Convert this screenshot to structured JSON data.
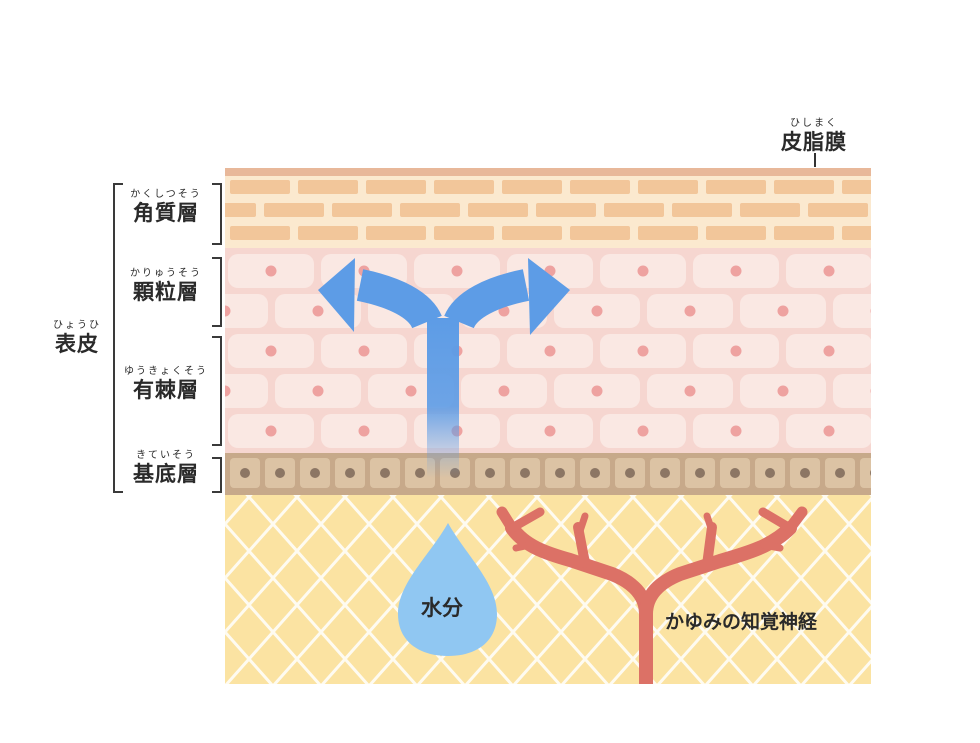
{
  "labels": {
    "sebum_membrane": {
      "ruby": "ひしまく",
      "text": "皮脂膜"
    },
    "stratum_corneum": {
      "ruby": "かくしつそう",
      "text": "角質層"
    },
    "stratum_granulosum": {
      "ruby": "かりゅうそう",
      "text": "顆粒層"
    },
    "epidermis": {
      "ruby": "ひょうひ",
      "text": "表皮"
    },
    "stratum_spinosum": {
      "ruby": "ゆうきょくそう",
      "text": "有棘層"
    },
    "stratum_basale": {
      "ruby": "きていそう",
      "text": "基底層"
    }
  },
  "annotations": {
    "moisture": "水分",
    "itch_nerve": "かゆみの知覚神経"
  },
  "colors": {
    "sebum": "#e8b89a",
    "corneum_bg": "#fbe9cf",
    "corneum_brick": "#f2c69a",
    "cell_layer_bg": "#f6d6d0",
    "cell": "#fae8e3",
    "nucleus": "#eea2a0",
    "basal_bg": "#c7a98a",
    "basal_cell": "#dcc3a4",
    "basal_nucleus": "#8c7664",
    "dermis": "#fbe3a2",
    "dermis_pattern": "#ffffff",
    "arrow": "#5d9ce6",
    "drop": "#90c7f2",
    "nerve": "#dc7166"
  }
}
